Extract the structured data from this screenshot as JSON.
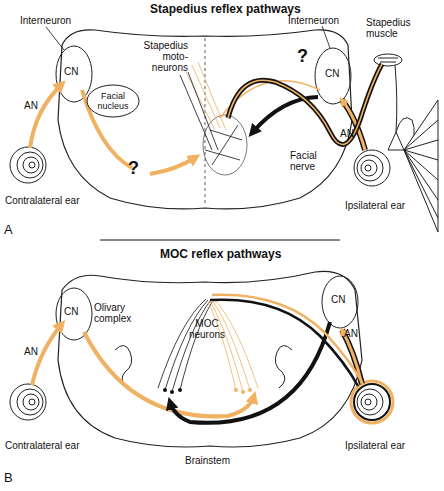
{
  "diagram": {
    "nodes": [
      {
        "text": [
          "Facial nucleus"
        ]
      }
    ],
    "labels": [
      "Stapedius reflex pathways",
      "Interneuron",
      "CN",
      "AN",
      "?",
      "Contralateral ear",
      "Stapedius moto-neurons",
      "Interneuron",
      "Stapedius muscle",
      "?",
      "CN",
      "AN",
      "Facial nerve",
      "Ipsilateral ear",
      "A",
      "MOC reflex pathways",
      "CN",
      "AN",
      "Olivary complex",
      "MOC neurons",
      "CN",
      "AN",
      "Contralateral ear",
      "Brainstem",
      "Ipsilateral ear",
      "B"
    ]
  }
}
